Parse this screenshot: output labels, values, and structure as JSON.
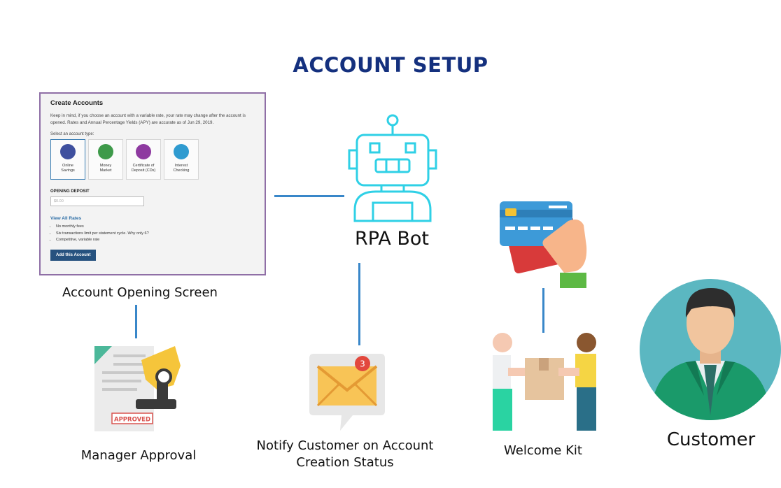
{
  "title": "ACCOUNT SETUP",
  "screen": {
    "heading": "Create Accounts",
    "intro": "Keep in mind, if you choose an account with a variable rate, your rate may change after the account is opened. Rates and Annual Percentage Yields (APY) are accurate as of Jun 29, 2019.",
    "select_label": "Select an account type:",
    "account_types": [
      {
        "line1": "Online",
        "line2": "Savings",
        "color": "#3e4f9e"
      },
      {
        "line1": "Money",
        "line2": "Market",
        "color": "#3e9a4a"
      },
      {
        "line1": "Certificate of",
        "line2": "Deposit (CDs)",
        "color": "#8e3aa0"
      },
      {
        "line1": "Interest",
        "line2": "Checking",
        "color": "#2f9bd0"
      }
    ],
    "deposit_label": "OPENING DEPOSIT",
    "deposit_placeholder": "$0.00",
    "view_rates": "View All Rates",
    "bullets": [
      "No monthly fees",
      "Six transactions limit per statement cycle. Why only 6?",
      "Competitive, variable rate"
    ],
    "add_button": "Add this Account"
  },
  "nodes": {
    "account_screen": "Account Opening Screen",
    "rpa_bot": "RPA Bot",
    "manager_approval": "Manager Approval",
    "notify_line1": "Notify Customer on Account",
    "notify_line2": "Creation Status",
    "welcome_kit": "Welcome Kit",
    "customer": "Customer"
  },
  "stamp_text": "APPROVED",
  "mail_badge": "3",
  "colors": {
    "title": "#14307e",
    "connector": "#3987c9",
    "robot": "#2fd0e6",
    "customer_bg": "#5bb7c1"
  }
}
